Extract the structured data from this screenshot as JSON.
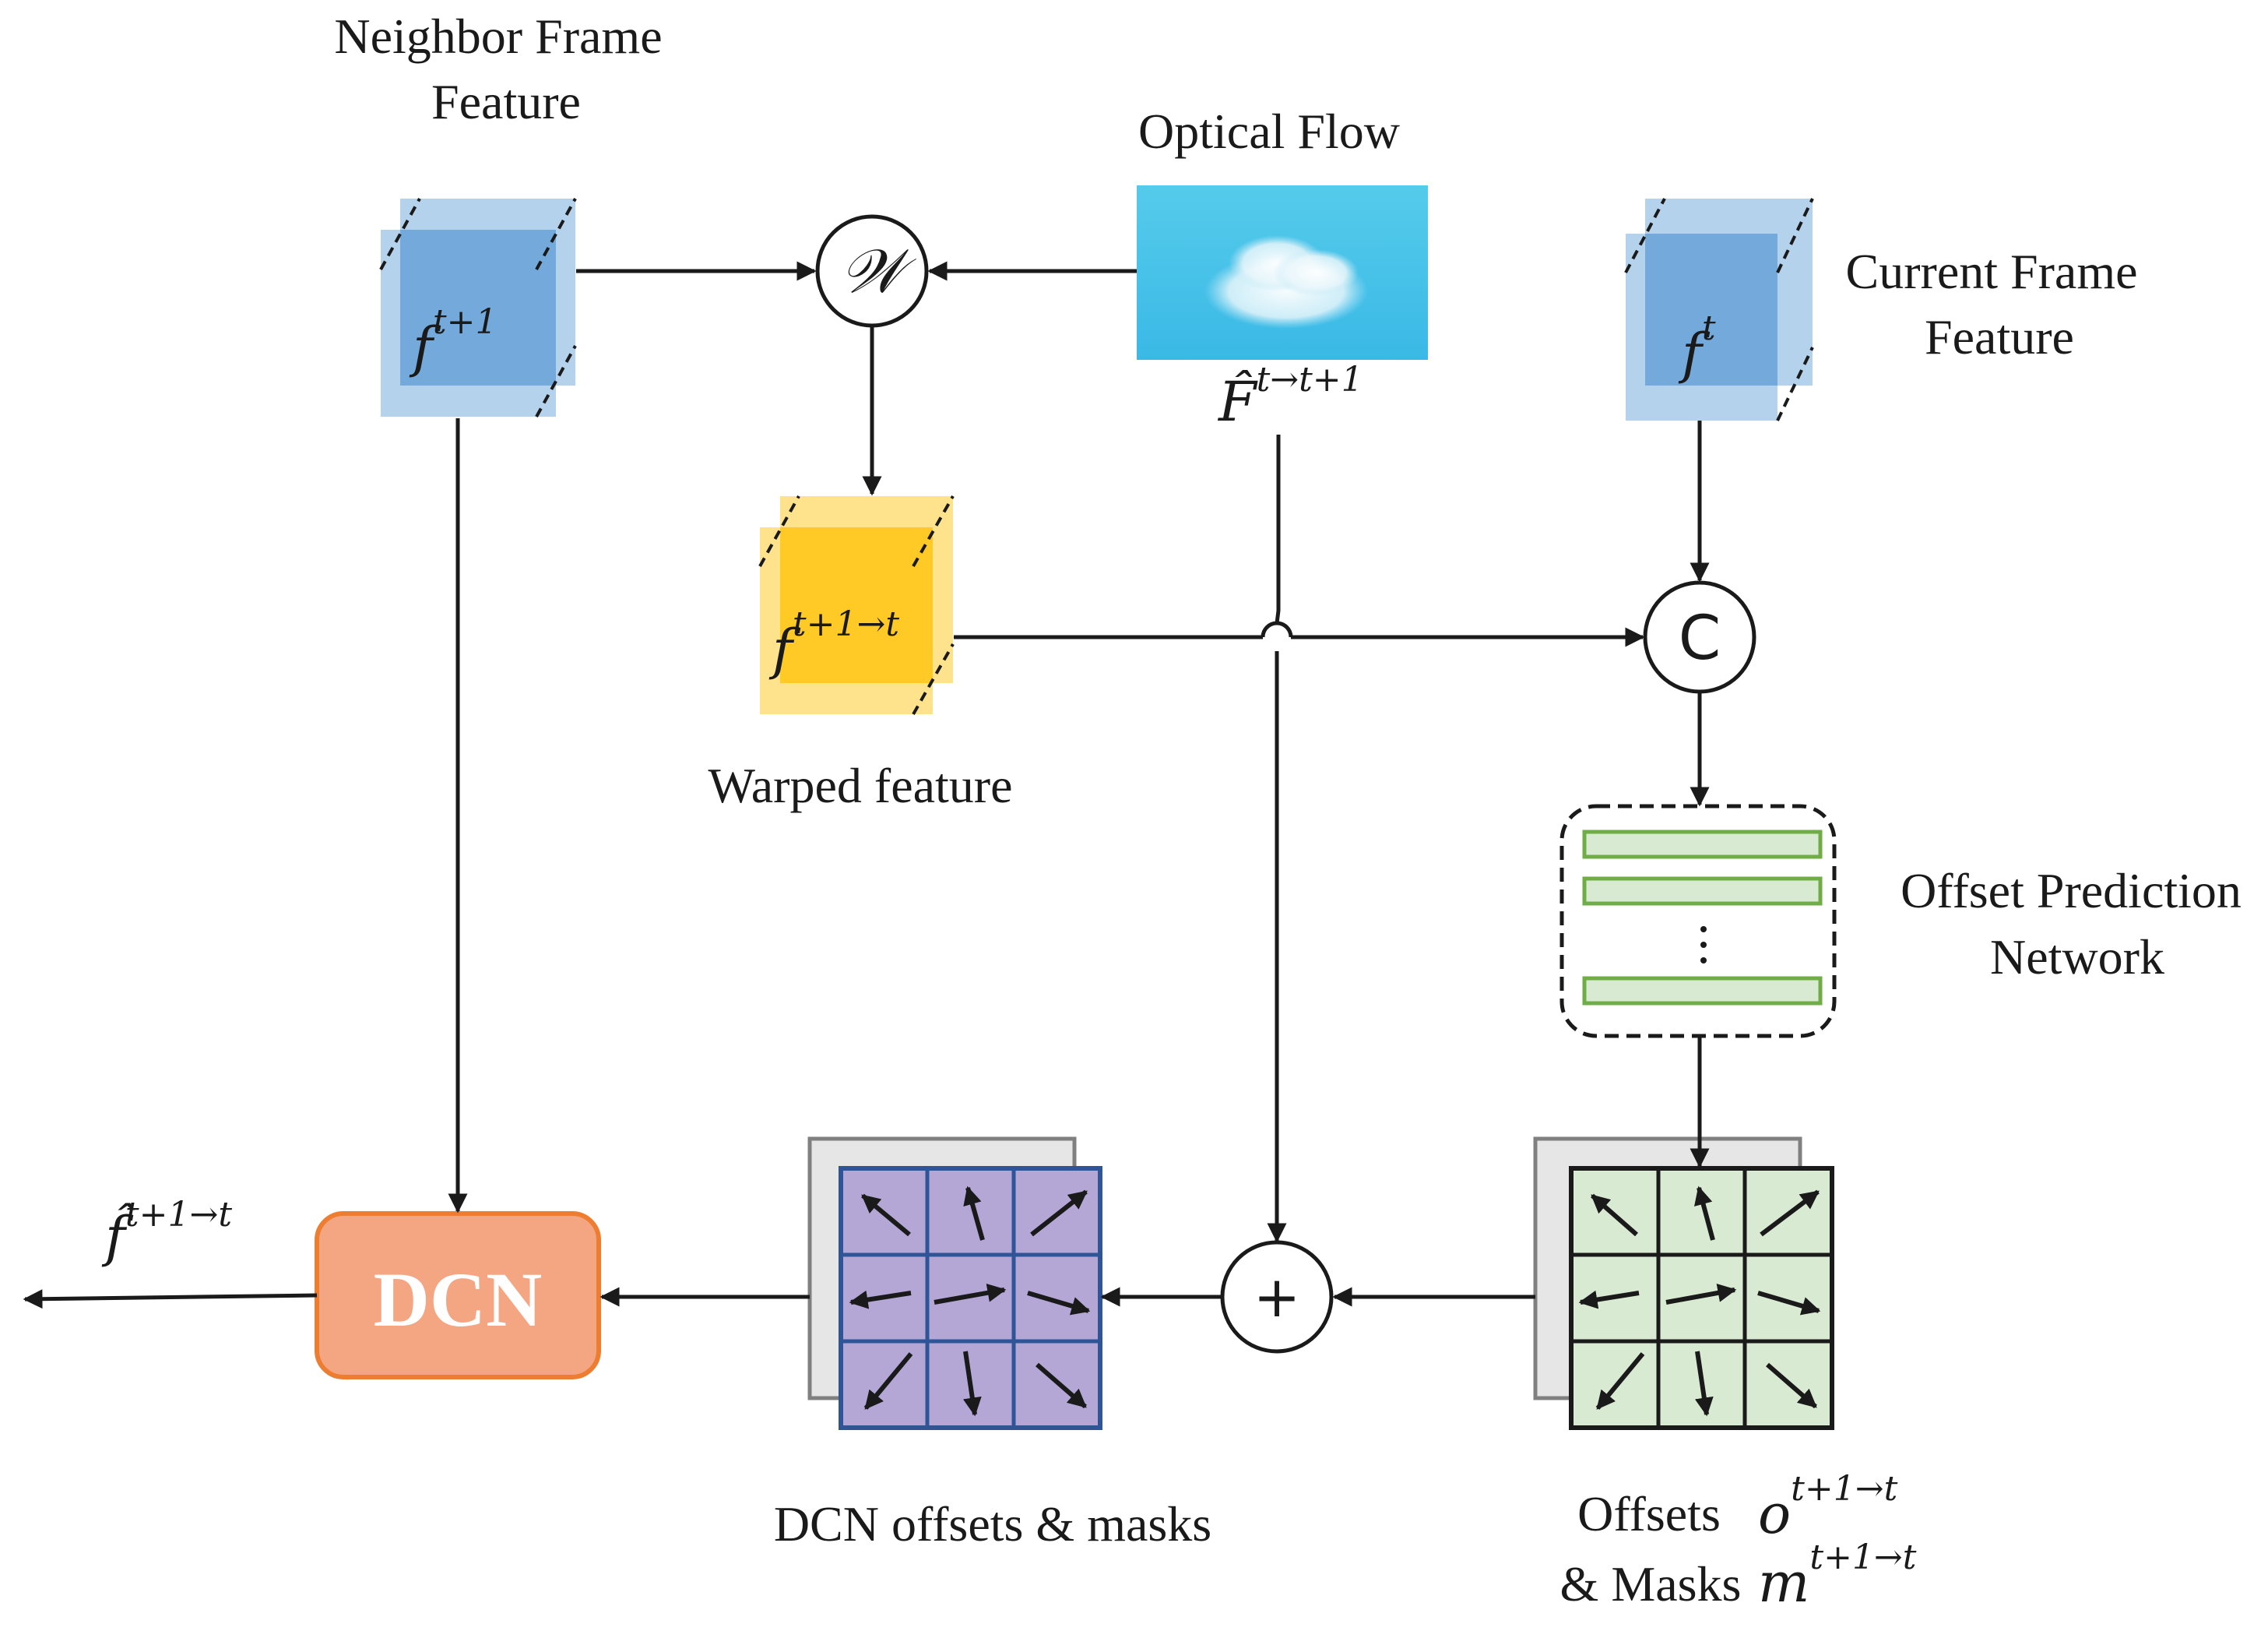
{
  "labels": {
    "neighbor_line1": "Neighbor Frame",
    "neighbor_line2": "Feature",
    "optical_flow": "Optical Flow",
    "current_line1": "Current Frame",
    "current_line2": "Feature",
    "warped_feature": "Warped feature",
    "offset_net_line1": "Offset Prediction",
    "offset_net_line2": "Network",
    "dcn_offsets": "DCN offsets & masks",
    "offsets": "Offsets",
    "masks": "& Masks"
  },
  "math": {
    "f_neighbor": {
      "base": "f",
      "sup": "t+1"
    },
    "f_current": {
      "base": "f",
      "sup": "t"
    },
    "f_warped": {
      "base": "f",
      "sup": "t+1→t"
    },
    "flow": {
      "base": "F̂",
      "sup": "t→t+1"
    },
    "output": {
      "base": "f̂",
      "sup": "t+1→t"
    },
    "o_offsets": {
      "base": "o",
      "sup": "t+1→t"
    },
    "m_masks": {
      "base": "m",
      "sup": "t+1→t"
    }
  },
  "operators": {
    "warp": "𝒲",
    "concat": "C",
    "add": "+"
  },
  "dcn_block": {
    "label": "DCN"
  },
  "colors": {
    "neighbor_cube": "#5b9bd5",
    "warped_cube": "#ffc000",
    "flow_sky": "#4ec5e8",
    "dcn_fill": "#f4a582",
    "dcn_border": "#ed7d31",
    "dcn_grid_fill": "#b4a7d6",
    "dcn_grid_border": "#2f5597",
    "offset_grid_fill": "#d9ead3",
    "offset_layer_border": "#70ad47"
  }
}
